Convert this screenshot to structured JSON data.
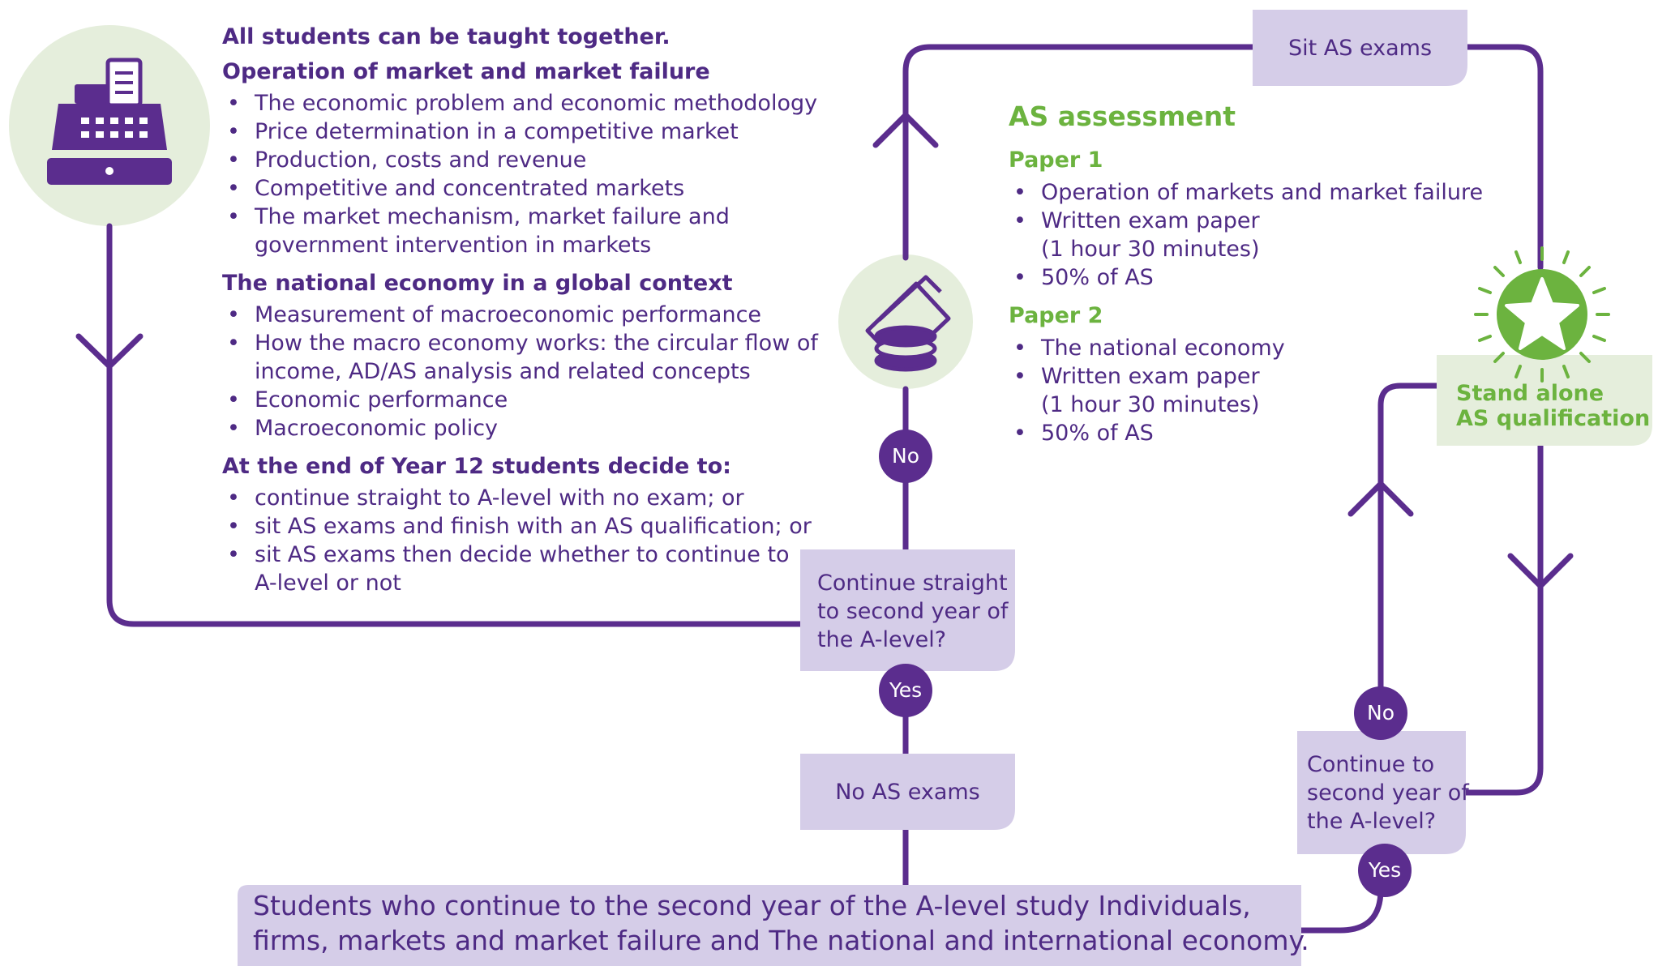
{
  "colors": {
    "purple": "#5b2d8e",
    "dark_purple_text": "#4e2a84",
    "lavender_box": "#d5cde8",
    "pale_green": "#e5eedc",
    "green": "#6cb33f"
  },
  "icons": {
    "register": "cash-register-icon",
    "money": "money-notes-coins-icon",
    "star": "star-badge-icon"
  },
  "left": {
    "intro": "All students can be taught together.",
    "section1": {
      "heading": "Operation of market and market failure",
      "items": [
        "The economic problem and economic methodology",
        "Price determination in a competitive market",
        "Production, costs and revenue",
        "Competitive and concentrated markets",
        "The market mechanism, market failure and",
        "government intervention in markets"
      ]
    },
    "section2": {
      "heading": "The national economy in a global context",
      "items": [
        "Measurement of macroeconomic performance",
        "How the macro economy works: the circular flow of",
        "income, AD/AS analysis and related concepts",
        "Economic performance",
        "Macroeconomic policy"
      ]
    },
    "section3": {
      "heading": "At the end of Year 12 students decide to:",
      "items": [
        "continue straight to A-level with no exam; or",
        "sit AS exams and finish with an AS qualification; or",
        "sit AS exams then decide whether to continue to",
        "A-level or not"
      ]
    }
  },
  "as_assessment": {
    "title": "AS assessment",
    "paper1": {
      "heading": "Paper 1",
      "items": [
        "Operation of markets and market failure",
        "Written exam paper",
        "(1 hour 30 minutes)",
        "50% of AS"
      ]
    },
    "paper2": {
      "heading": "Paper 2",
      "items": [
        "The national economy",
        "Written exam paper",
        "(1 hour 30 minutes)",
        "50% of AS"
      ]
    }
  },
  "boxes": {
    "sit_as": "Sit AS exams",
    "continue_straight": [
      "Continue straight",
      "to second year of",
      "the A-level?"
    ],
    "no_as": "No AS exams",
    "continue_second": [
      "Continue to",
      "second year of",
      "the A-level?"
    ]
  },
  "labels": {
    "no_top": "No",
    "yes_middle": "Yes",
    "no_right": "No",
    "yes_right": "Yes"
  },
  "standalone": [
    "Stand alone",
    "AS qualification"
  ],
  "bottom": [
    "Students who continue to the second year of the A-level study Individuals,",
    "firms, markets and market failure and The national and international economy."
  ]
}
